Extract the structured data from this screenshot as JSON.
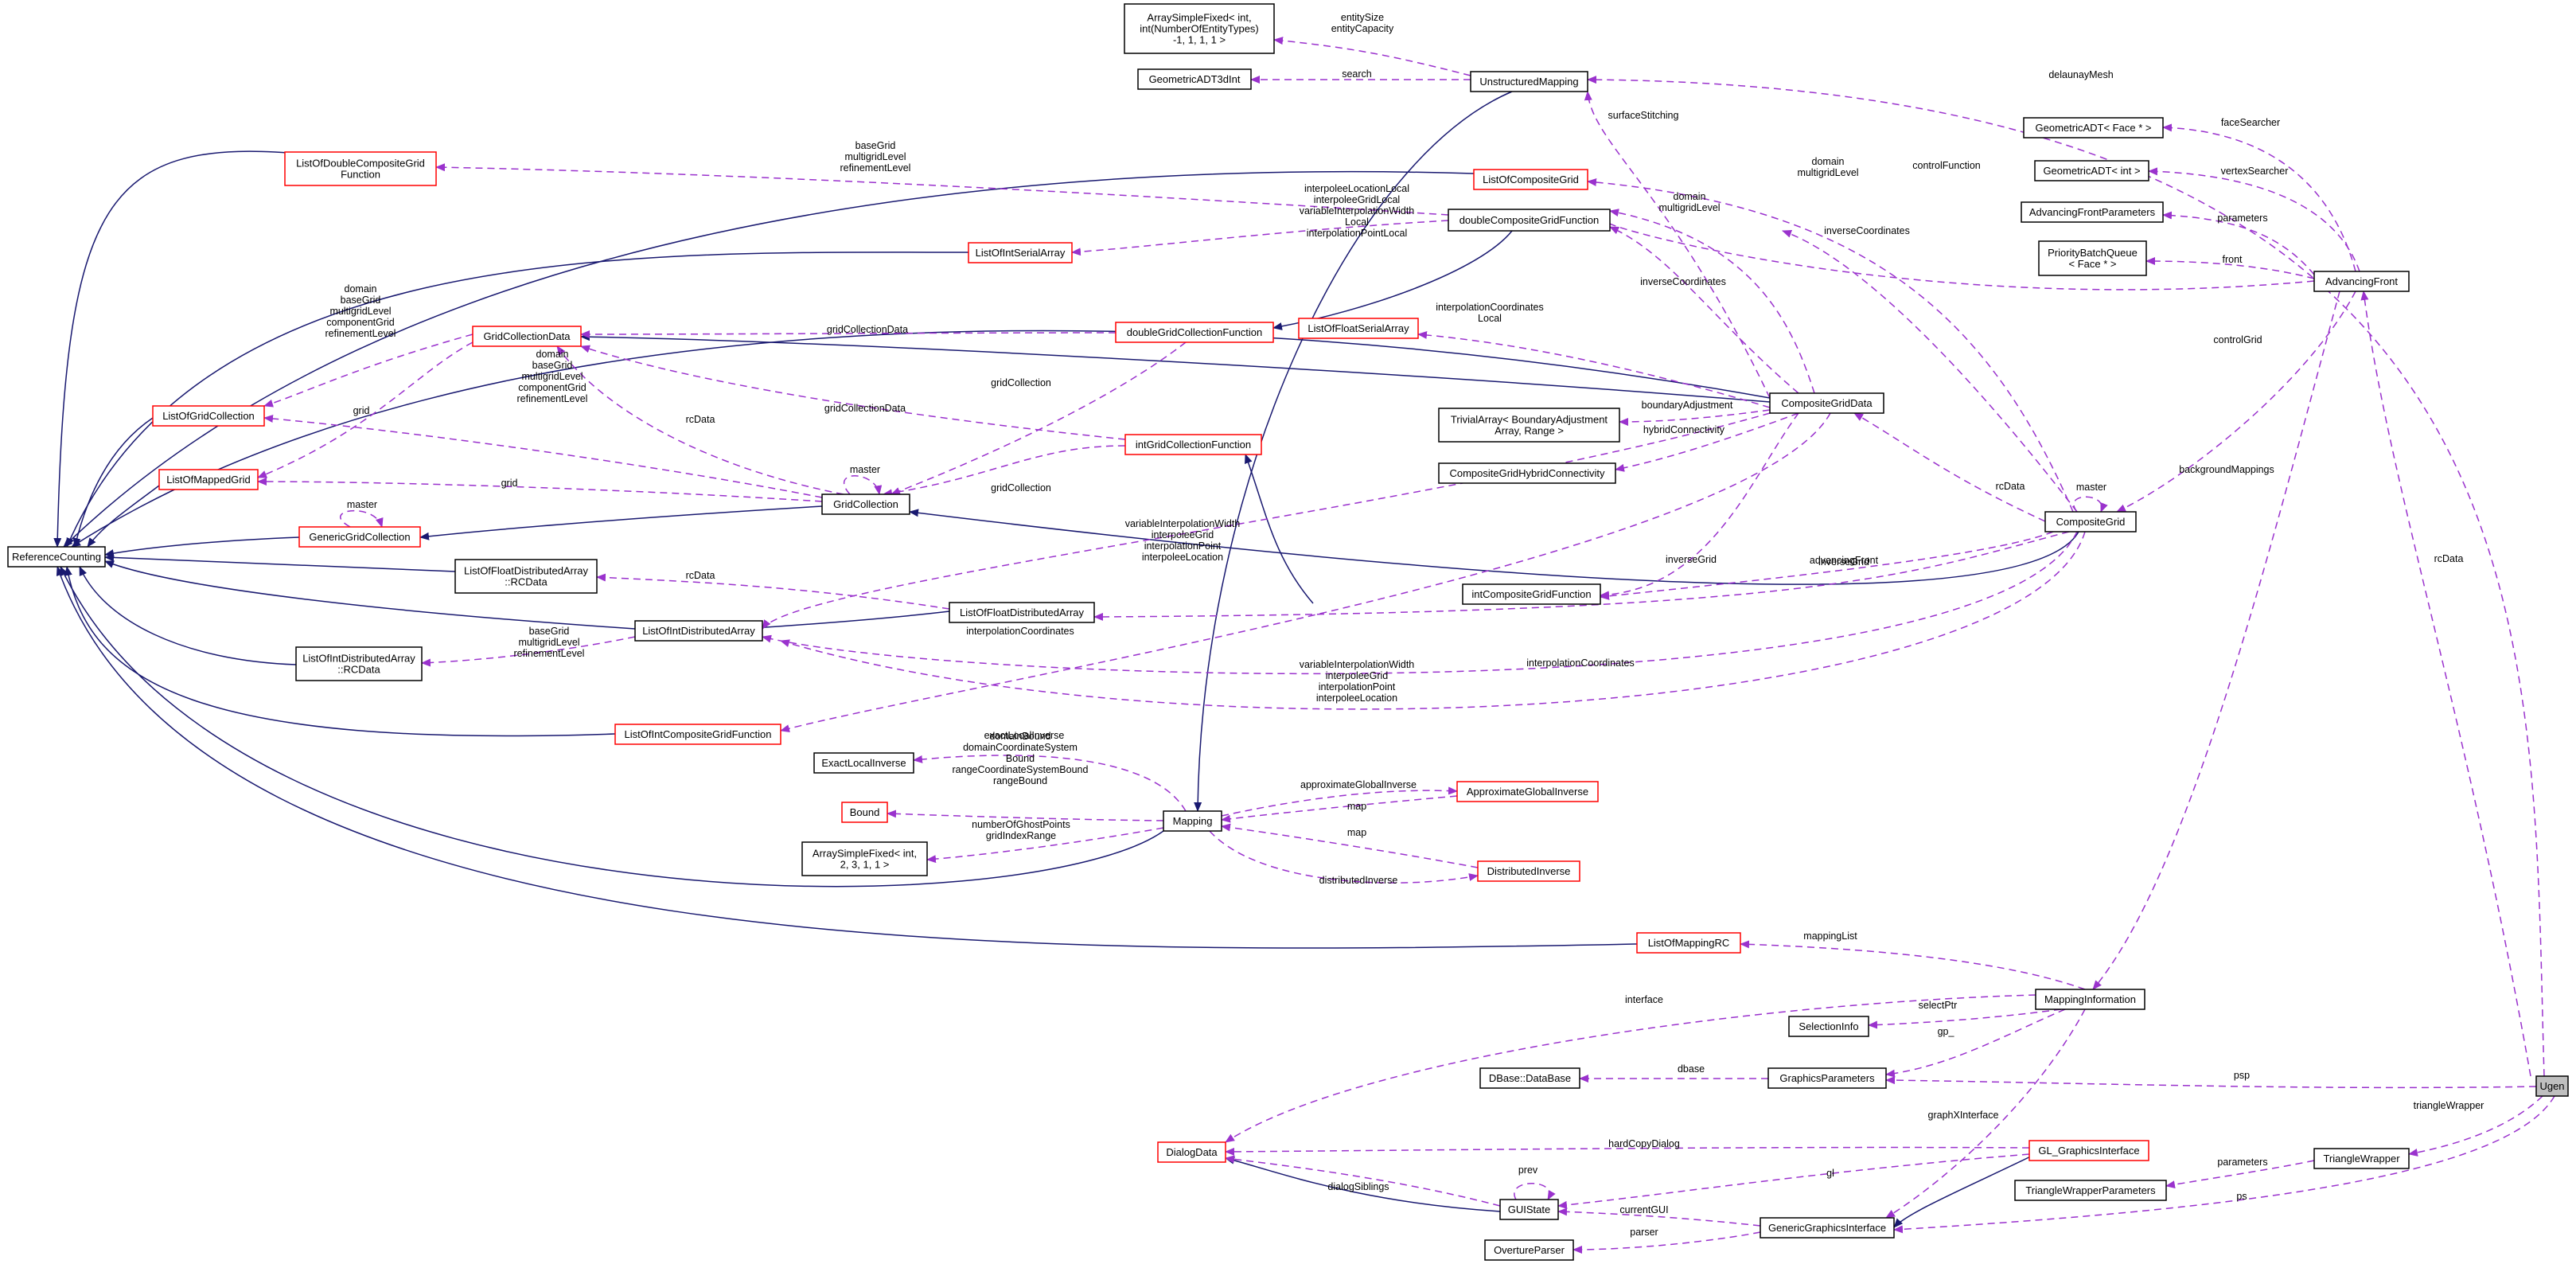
{
  "diagram": {
    "title": "Ugen collaboration graph",
    "colors": {
      "inheritance": "#191970",
      "usage": "#9a32cd",
      "undocumented_border": "#ff0000",
      "highlight_fill": "#bfbfbf"
    },
    "nodes": [
      {
        "id": "ReferenceCounting",
        "lines": [
          "ReferenceCounting"
        ],
        "style": "black"
      },
      {
        "id": "ListOfDoubleCompositeGridFunction",
        "lines": [
          "ListOfDoubleCompositeGrid",
          "Function"
        ],
        "style": "red"
      },
      {
        "id": "ListOfIntSerialArray",
        "lines": [
          "ListOfIntSerialArray"
        ],
        "style": "red"
      },
      {
        "id": "GridCollectionData",
        "lines": [
          "GridCollectionData"
        ],
        "style": "red"
      },
      {
        "id": "ListOfGridCollection",
        "lines": [
          "ListOfGridCollection"
        ],
        "style": "red"
      },
      {
        "id": "ListOfMappedGrid",
        "lines": [
          "ListOfMappedGrid"
        ],
        "style": "red"
      },
      {
        "id": "GenericGridCollection",
        "lines": [
          "GenericGridCollection"
        ],
        "style": "red"
      },
      {
        "id": "ListOfFloatDistributedArrayRCData",
        "lines": [
          "ListOfFloatDistributedArray",
          "::RCData"
        ],
        "style": "black"
      },
      {
        "id": "ListOfIntDistributedArray",
        "lines": [
          "ListOfIntDistributedArray"
        ],
        "style": "black"
      },
      {
        "id": "ListOfIntDistributedArrayRCData",
        "lines": [
          "ListOfIntDistributedArray",
          "::RCData"
        ],
        "style": "black"
      },
      {
        "id": "ListOfIntCompositeGridFunction",
        "lines": [
          "ListOfIntCompositeGridFunction"
        ],
        "style": "red"
      },
      {
        "id": "ArraySimpleFixedNumEntity",
        "lines": [
          "ArraySimpleFixed< int,",
          "int(NumberOfEntityTypes)",
          "-1, 1, 1, 1 >"
        ],
        "style": "black"
      },
      {
        "id": "GeometricADT3dInt",
        "lines": [
          "GeometricADT3dInt"
        ],
        "style": "black"
      },
      {
        "id": "UnstructuredMapping",
        "lines": [
          "UnstructuredMapping"
        ],
        "style": "black"
      },
      {
        "id": "ListOfCompositeGrid",
        "lines": [
          "ListOfCompositeGrid"
        ],
        "style": "red"
      },
      {
        "id": "doubleCompositeGridFunction",
        "lines": [
          "doubleCompositeGridFunction"
        ],
        "style": "black"
      },
      {
        "id": "doubleGridCollectionFunction",
        "lines": [
          "doubleGridCollectionFunction"
        ],
        "style": "red"
      },
      {
        "id": "ListOfFloatSerialArray",
        "lines": [
          "ListOfFloatSerialArray"
        ],
        "style": "red"
      },
      {
        "id": "intGridCollectionFunction",
        "lines": [
          "intGridCollectionFunction"
        ],
        "style": "red"
      },
      {
        "id": "GridCollection",
        "lines": [
          "GridCollection"
        ],
        "style": "black"
      },
      {
        "id": "ListOfFloatDistributedArray",
        "lines": [
          "ListOfFloatDistributedArray"
        ],
        "style": "black"
      },
      {
        "id": "intCompositeGridFunction",
        "lines": [
          "intCompositeGridFunction"
        ],
        "style": "black"
      },
      {
        "id": "CompositeGridData",
        "lines": [
          "CompositeGridData"
        ],
        "style": "black"
      },
      {
        "id": "TrivialArrayBoundaryAdjustment",
        "lines": [
          "TrivialArray< BoundaryAdjustment",
          "Array, Range >"
        ],
        "style": "black"
      },
      {
        "id": "CompositeGridHybridConnectivity",
        "lines": [
          "CompositeGridHybridConnectivity"
        ],
        "style": "black"
      },
      {
        "id": "CompositeGrid",
        "lines": [
          "CompositeGrid"
        ],
        "style": "black"
      },
      {
        "id": "GeometricADTFace",
        "lines": [
          "GeometricADT< Face * >"
        ],
        "style": "black"
      },
      {
        "id": "GeometricADTInt",
        "lines": [
          "GeometricADT< int >"
        ],
        "style": "black"
      },
      {
        "id": "AdvancingFrontParameters",
        "lines": [
          "AdvancingFrontParameters"
        ],
        "style": "black"
      },
      {
        "id": "PriorityBatchQueue",
        "lines": [
          "PriorityBatchQueue",
          "< Face * >"
        ],
        "style": "black"
      },
      {
        "id": "AdvancingFront",
        "lines": [
          "AdvancingFront"
        ],
        "style": "black"
      },
      {
        "id": "ExactLocalInverse",
        "lines": [
          "ExactLocalInverse"
        ],
        "style": "black"
      },
      {
        "id": "Bound",
        "lines": [
          "Bound"
        ],
        "style": "red"
      },
      {
        "id": "ArraySimpleFixed2311",
        "lines": [
          "ArraySimpleFixed< int,",
          "2, 3, 1, 1 >"
        ],
        "style": "black"
      },
      {
        "id": "Mapping",
        "lines": [
          "Mapping"
        ],
        "style": "black"
      },
      {
        "id": "ApproximateGlobalInverse",
        "lines": [
          "ApproximateGlobalInverse"
        ],
        "style": "red"
      },
      {
        "id": "DistributedInverse",
        "lines": [
          "DistributedInverse"
        ],
        "style": "red"
      },
      {
        "id": "ListOfMappingRC",
        "lines": [
          "ListOfMappingRC"
        ],
        "style": "red"
      },
      {
        "id": "MappingInformation",
        "lines": [
          "MappingInformation"
        ],
        "style": "black"
      },
      {
        "id": "SelectionInfo",
        "lines": [
          "SelectionInfo"
        ],
        "style": "black"
      },
      {
        "id": "DBaseDataBase",
        "lines": [
          "DBase::DataBase"
        ],
        "style": "black"
      },
      {
        "id": "GraphicsParameters",
        "lines": [
          "GraphicsParameters"
        ],
        "style": "black"
      },
      {
        "id": "DialogData",
        "lines": [
          "DialogData"
        ],
        "style": "red"
      },
      {
        "id": "GLGraphicsInterface",
        "lines": [
          "GL_GraphicsInterface"
        ],
        "style": "red"
      },
      {
        "id": "GUIState",
        "lines": [
          "GUIState"
        ],
        "style": "black"
      },
      {
        "id": "GenericGraphicsInterface",
        "lines": [
          "GenericGraphicsInterface"
        ],
        "style": "black"
      },
      {
        "id": "OvertureParser",
        "lines": [
          "OvertureParser"
        ],
        "style": "black"
      },
      {
        "id": "TriangleWrapperParameters",
        "lines": [
          "TriangleWrapperParameters"
        ],
        "style": "black"
      },
      {
        "id": "TriangleWrapper",
        "lines": [
          "TriangleWrapper"
        ],
        "style": "black"
      },
      {
        "id": "Ugen",
        "lines": [
          "Ugen"
        ],
        "style": "highlight"
      }
    ],
    "edge_labels": [
      [
        "entitySize",
        "entityCapacity"
      ],
      [
        "search"
      ],
      [
        "delaunayMesh"
      ],
      [
        "surfaceStitching"
      ],
      [
        "baseGrid",
        "multigridLevel",
        "refinementLevel"
      ],
      [
        "domain",
        "multigridLevel"
      ],
      [
        "domain",
        "multigridLevel"
      ],
      [
        "controlFunction"
      ],
      [
        "faceSearcher"
      ],
      [
        "vertexSearcher"
      ],
      [
        "parameters"
      ],
      [
        "front"
      ],
      [
        "interpoleeLocationLocal",
        "interpoleeGridLocal",
        "variableInterpolationWidth",
        "Local",
        "interpolationPointLocal"
      ],
      [
        "inverseCoordinates"
      ],
      [
        "inverseCoordinates"
      ],
      [
        "domain",
        "baseGrid",
        "multigridLevel",
        "componentGrid",
        "refinementLevel"
      ],
      [
        "gridCollectionData"
      ],
      [
        "interpolationCoordinates",
        "Local"
      ],
      [
        "controlGrid"
      ],
      [
        "gridCollection"
      ],
      [
        "grid"
      ],
      [
        "domain",
        "baseGrid",
        "multigridLevel",
        "componentGrid",
        "refinementLevel"
      ],
      [
        "rcData"
      ],
      [
        "gridCollectionData"
      ],
      [
        "boundaryAdjustment"
      ],
      [
        "hybridConnectivity"
      ],
      [
        "master"
      ],
      [
        "grid"
      ],
      [
        "gridCollection"
      ],
      [
        "rcData"
      ],
      [
        "master"
      ],
      [
        "backgroundMappings"
      ],
      [
        "master"
      ],
      [
        "variableInterpolationWidth",
        "interpoleeGrid",
        "interpolationPoint",
        "interpoleeLocation"
      ],
      [
        "rcData"
      ],
      [
        "interpolationCoordinates"
      ],
      [
        "inverseGrid"
      ],
      [
        "inverseGrid"
      ],
      [
        "advancingFront"
      ],
      [
        "rcData"
      ],
      [
        "baseGrid",
        "multigridLevel",
        "refinementLevel"
      ],
      [
        "interpolationCoordinates"
      ],
      [
        "variableInterpolationWidth",
        "interpoleeGrid",
        "interpolationPoint",
        "interpoleeLocation"
      ],
      [
        "exactLocalInverse"
      ],
      [
        "domainBound",
        "domainCoordinateSystem",
        "Bound",
        "rangeCoordinateSystemBound",
        "rangeBound"
      ],
      [
        "approximateGlobalInverse"
      ],
      [
        "map"
      ],
      [
        "map"
      ],
      [
        "numberOfGhostPoints",
        "gridIndexRange"
      ],
      [
        "distributedInverse"
      ],
      [
        "mappingList"
      ],
      [
        "interface"
      ],
      [
        "selectPtr"
      ],
      [
        "gp_"
      ],
      [
        "dbase"
      ],
      [
        "psp"
      ],
      [
        "graphXInterface"
      ],
      [
        "triangleWrapper"
      ],
      [
        "hardCopyDialog"
      ],
      [
        "prev"
      ],
      [
        "gl"
      ],
      [
        "dialogSiblings"
      ],
      [
        "parameters"
      ],
      [
        "currentGUI"
      ],
      [
        "parser"
      ],
      [
        "ps"
      ]
    ]
  }
}
